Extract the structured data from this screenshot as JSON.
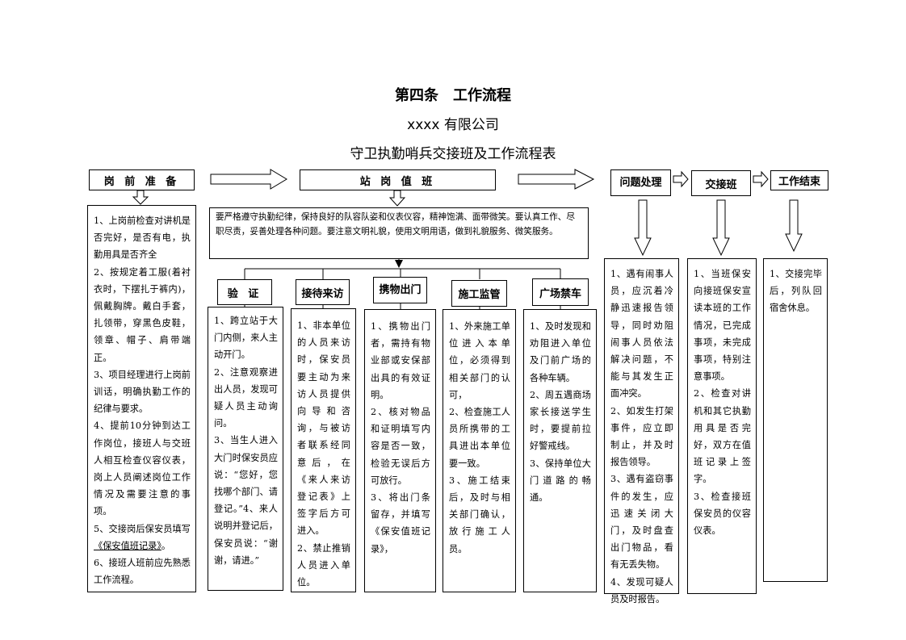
{
  "header": {
    "article": "第四条　工作流程",
    "company": "xxxx 有限公司",
    "table_title": "守卫执勤哨兵交接班及工作流程表"
  },
  "stages": {
    "pre_post": "岗 前 准 备",
    "on_duty": "站 岗 值 班",
    "problem": "问题处理",
    "handover": "交接班",
    "end": "工作结束"
  },
  "intro_text": "要严格遵守执勤纪律，保持良好的队容队姿和仪表仪容，精神饱满、面带微笑。要认真工作、尽职尽责，妥善处理各种问题。要注意文明礼貌，使用文明用语，做到礼貌服务、微笑服务。",
  "sub_stages": {
    "verify": "验 证",
    "visitors": "接待来访",
    "goods": "携物出门",
    "construction": "施工监管",
    "plaza": "广场禁车"
  },
  "pre_post_items": [
    "1、上岗前检查对讲机是否完好，是否有电，执勤用具是否齐全",
    "2、按规定着工服(着衬衣时，下摆扎于裤内)，佩戴胸牌。戴白手套，扎领带，穿黑色皮鞋，领章、帽子、肩带端正。",
    "3、项目经理进行上岗前训话，明确执勤工作的纪律与要求。",
    "4、提前10分钟到达工作岗位，接班人与交班人相互检查仪容仪表，岗上人员阐述岗位工作情况及需要注意的事项。",
    "5、交接岗后保安员填写",
    "《保安值班记录》",
    "。",
    "6、接班人班前应先熟悉工作流程。"
  ],
  "verify_items": [
    "1、跨立站于大门内侧，来人主动开门。",
    "2、注意观察进出人员，发现可疑人员主动询问。",
    "3、当生人进入大门时保安员应说：“您好，您找哪个部门、请登记。”4、来人说明并登记后，保安员说：“谢谢，请进。”"
  ],
  "visitor_items": [
    "1、非本单位的人员来访时，保安员要主动为来访人员提供向导和咨询，与被访者联系经同意后，在《来人来访登记表》上签字后方可进入。",
    "2、禁止推销人员进入单位。"
  ],
  "goods_items": [
    "1、携物出门者，需持有物业部或安保部出具的有效证明。",
    "2、核对物品和证明填写内容是否一致，检验无误后方可放行。",
    "3、将出门条留存，并填写《保安值班记录》，"
  ],
  "construction_items": [
    "1、外来施工单位进入本单位，必须得到相关部门的认可，",
    "2、检查施工人员所携带的工具进出本单位要一致。",
    "3、施工结束后，及时与相关部门确认，放行施工人员。"
  ],
  "plaza_items": [
    "1、及时发现和劝阻进入单位及门前广场的各种车辆。",
    "2、周五遇商场家长接送学生时，要提前拉好警戒线。",
    "3、保持单位大门道路的畅通。"
  ],
  "problem_items": [
    "1、遇有闹事人员，应沉着冷静迅速报告领导，同时劝阻闹事人员依法解决问题，不能与其发生正面冲突。",
    "2、如发生打架事件，应立即制止，并及时报告领导。",
    "3、遇有盗窃事件的发生，应迅速关闭大门，及时盘查出门物品，看有无丢失物。",
    "4、发现可疑人员及时报告。"
  ],
  "handover_items": [
    "1、当班保安向接班保安宣读本班的工作情况，已完成事项，未完成事项，特别注意事项。",
    "2、检查对讲机和其它执勤用具是否完好，双方在值班记录上签字。",
    "3、检查接班保安员的仪容仪表。"
  ],
  "end_items": [
    "1、交接完毕后，列队回宿舍休息。"
  ]
}
